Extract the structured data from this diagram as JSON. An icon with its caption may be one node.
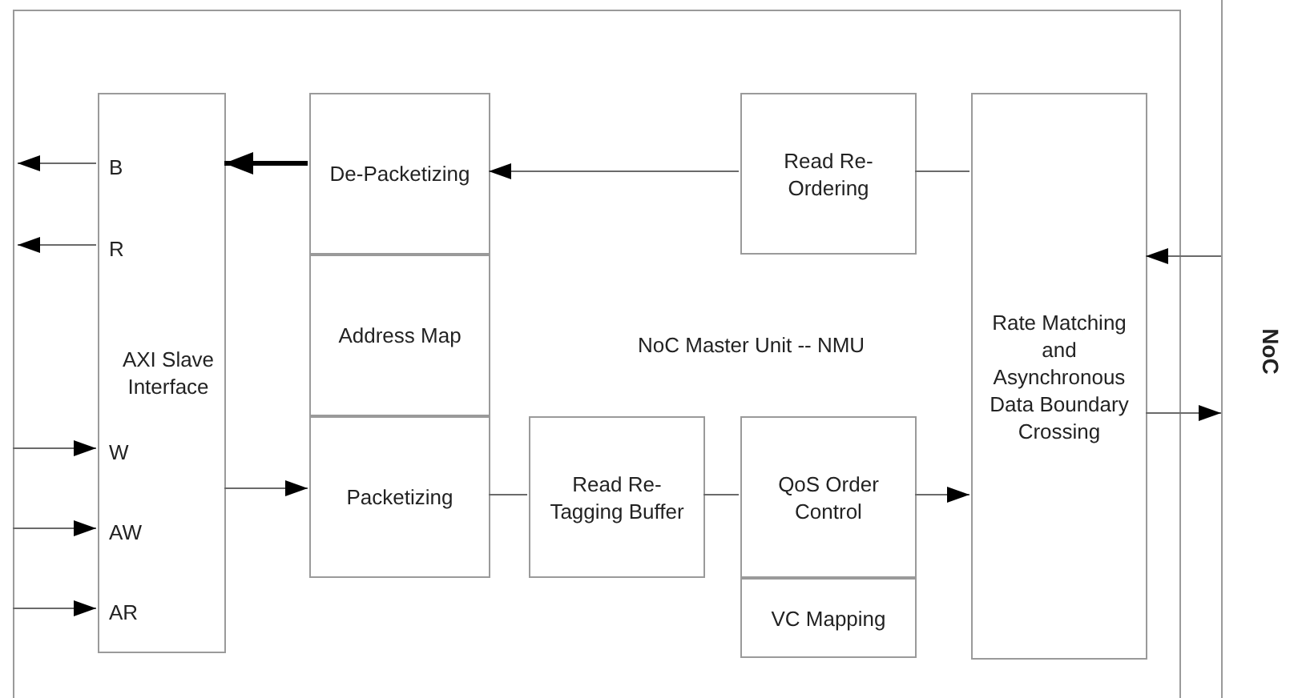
{
  "diagram": {
    "nodes": [
      {
        "text": [
          "NoC Master Unit -- NMU"
        ]
      },
      {
        "text": [
          "B",
          "R",
          "AXI Slave Interface",
          "W",
          "AW",
          "AR"
        ],
        "in": 0
      },
      {
        "text": [
          "De-Packetizing"
        ],
        "in": 0
      },
      {
        "text": [
          "Address Map"
        ],
        "in": 0
      },
      {
        "text": [
          "Packetizing"
        ],
        "in": 0
      },
      {
        "text": [
          "Read Re-Ordering"
        ],
        "in": 0
      },
      {
        "text": [
          "Read Re-Tagging Buffer"
        ],
        "in": 0
      },
      {
        "text": [
          "QoS Order Control"
        ],
        "in": 0
      },
      {
        "text": [
          "VC Mapping"
        ],
        "in": 0
      },
      {
        "text": [
          "Rate Matching and Asynchronous Data Boundary Crossing"
        ],
        "in": 0
      },
      {
        "text": [
          "NoC"
        ]
      }
    ],
    "edges": [
      {
        "from": 1,
        "to": null,
        "arrow": "to"
      },
      {
        "from": 1,
        "to": null,
        "arrow": "to"
      },
      {
        "from": null,
        "to": 1,
        "arrow": "to"
      },
      {
        "from": null,
        "to": 1,
        "arrow": "to"
      },
      {
        "from": null,
        "to": 1,
        "arrow": "to"
      },
      {
        "from": 2,
        "to": 1,
        "arrow": "to",
        "style": "thick",
        "color": "#000000"
      },
      {
        "from": 5,
        "to": 2,
        "arrow": "to"
      },
      {
        "from": 9,
        "to": 5,
        "arrow": "none"
      },
      {
        "from": 1,
        "to": 4,
        "arrow": "to"
      },
      {
        "from": 4,
        "to": 6,
        "arrow": "none"
      },
      {
        "from": 6,
        "to": 7,
        "arrow": "none"
      },
      {
        "from": 7,
        "to": 9,
        "arrow": "to"
      },
      {
        "from": 10,
        "to": 9,
        "arrow": "to"
      },
      {
        "from": 9,
        "to": 10,
        "arrow": "to"
      }
    ]
  }
}
